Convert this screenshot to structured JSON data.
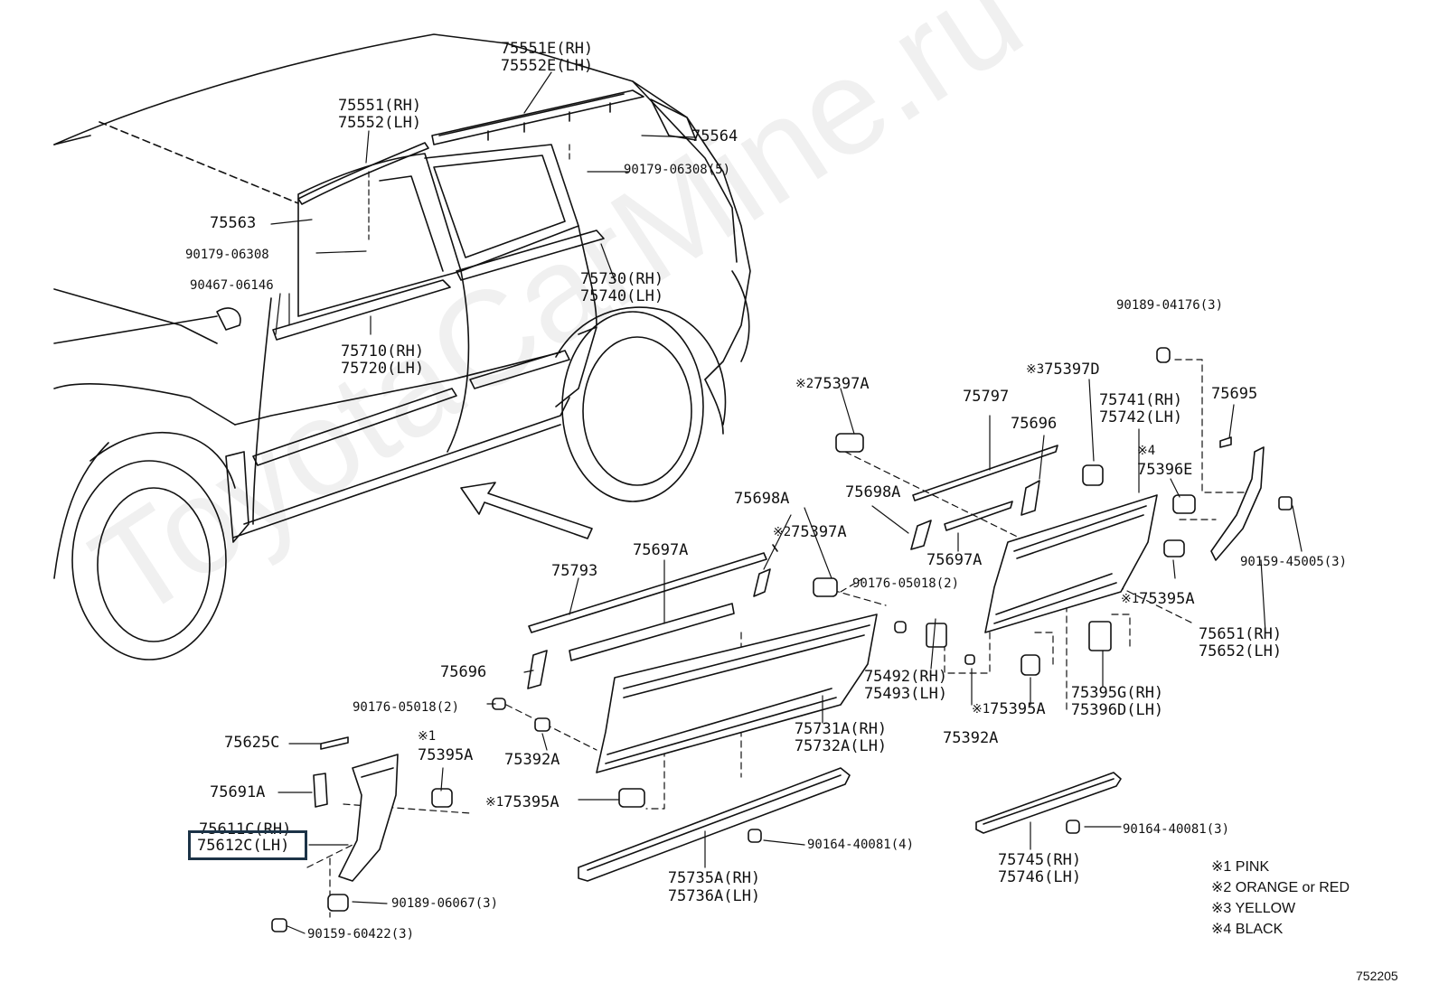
{
  "watermark": "ToyotaCarMine.ru",
  "diagram_number": "752205",
  "legend": [
    {
      "mark": "※1",
      "text": "PINK"
    },
    {
      "mark": "※2",
      "text": "ORANGE or RED"
    },
    {
      "mark": "※3",
      "text": "YELLOW"
    },
    {
      "mark": "※4",
      "text": "BLACK"
    }
  ],
  "parts": {
    "p75551E": "75551E(RH)",
    "p75552E": "75552E(LH)",
    "p75551": "75551(RH)",
    "p75552": "75552(LH)",
    "p75564": "75564",
    "p90179_5": "90179-06308(5)",
    "p75563": "75563",
    "p90179": "90179-06308",
    "p90467": "90467-06146",
    "p75730": "75730(RH)",
    "p75740": "75740(LH)",
    "p75710": "75710(RH)",
    "p75720": "75720(LH)",
    "p90189_04176": "90189-04176(3)",
    "p75397A_2": "75397A",
    "p75797": "75797",
    "p75397D": "75397D",
    "p75741": "75741(RH)",
    "p75742": "75742(LH)",
    "p75695": "75695",
    "p75696_upper": "75696",
    "p75396E": "75396E",
    "p75698A_right": "75698A",
    "p75698A_left": "75698A",
    "p75397A_lower": "75397A",
    "p75697A_right": "75697A",
    "p90159_45005": "90159-45005(3)",
    "p75793": "75793",
    "p75697A_left": "75697A",
    "p90176_right": "90176-05018(2)",
    "p75395A_right": "75395A",
    "p75651": "75651(RH)",
    "p75652": "75652(LH)",
    "p75696_lower": "75696",
    "p75492": "75492(RH)",
    "p75493": "75493(LH)",
    "p75395G": "75395G(RH)",
    "p75396D": "75396D(LH)",
    "p90176_left": "90176-05018(2)",
    "p75395A_mid": "75395A",
    "p75731A": "75731A(RH)",
    "p75732A": "75732A(LH)",
    "p75392A_left": "75392A",
    "p75392A_right": "75392A",
    "p75625C": "75625C",
    "p75395A_left": "75395A",
    "p75691A": "75691A",
    "p75395A_bottom": "75395A",
    "p75611C": "75611C(RH)",
    "p75612C": "75612C(LH)",
    "p90164_left": "90164-40081(4)",
    "p90164_right": "90164-40081(3)",
    "p75745": "75745(RH)",
    "p75746": "75746(LH)",
    "p90189_06067": "90189-06067(3)",
    "p75735A": "75735A(RH)",
    "p75736A": "75736A(LH)",
    "p90159_60422": "90159-60422(3)"
  },
  "marks": {
    "m1": "※1",
    "m2": "※2",
    "m3": "※3",
    "m4": "※4"
  }
}
